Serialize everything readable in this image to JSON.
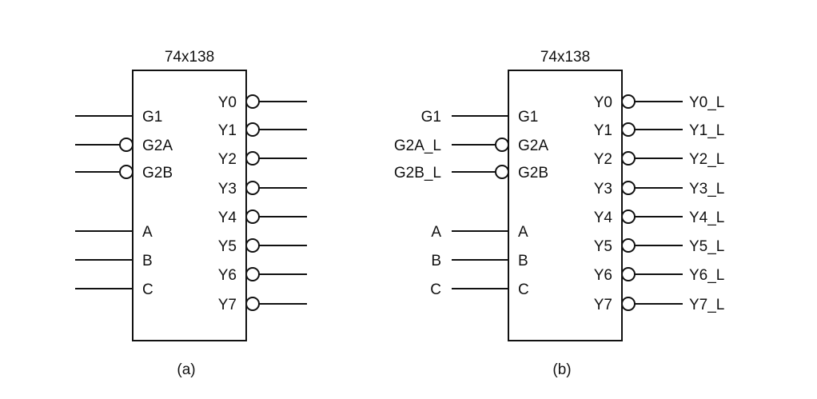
{
  "diagrams": [
    {
      "id": "a",
      "title": "74x138",
      "caption": "(a)",
      "inputs": [
        {
          "pin": "G1",
          "active_low": false,
          "signal": ""
        },
        {
          "pin": "G2A",
          "active_low": true,
          "signal": ""
        },
        {
          "pin": "G2B",
          "active_low": true,
          "signal": ""
        },
        {
          "pin": "A",
          "active_low": false,
          "signal": ""
        },
        {
          "pin": "B",
          "active_low": false,
          "signal": ""
        },
        {
          "pin": "C",
          "active_low": false,
          "signal": ""
        }
      ],
      "outputs": [
        {
          "pin": "Y0",
          "active_low": true,
          "signal": ""
        },
        {
          "pin": "Y1",
          "active_low": true,
          "signal": ""
        },
        {
          "pin": "Y2",
          "active_low": true,
          "signal": ""
        },
        {
          "pin": "Y3",
          "active_low": true,
          "signal": ""
        },
        {
          "pin": "Y4",
          "active_low": true,
          "signal": ""
        },
        {
          "pin": "Y5",
          "active_low": true,
          "signal": ""
        },
        {
          "pin": "Y6",
          "active_low": true,
          "signal": ""
        },
        {
          "pin": "Y7",
          "active_low": true,
          "signal": ""
        }
      ]
    },
    {
      "id": "b",
      "title": "74x138",
      "caption": "(b)",
      "inputs": [
        {
          "pin": "G1",
          "active_low": false,
          "signal": "G1"
        },
        {
          "pin": "G2A",
          "active_low": true,
          "signal": "G2A_L"
        },
        {
          "pin": "G2B",
          "active_low": true,
          "signal": "G2B_L"
        },
        {
          "pin": "A",
          "active_low": false,
          "signal": "A"
        },
        {
          "pin": "B",
          "active_low": false,
          "signal": "B"
        },
        {
          "pin": "C",
          "active_low": false,
          "signal": "C"
        }
      ],
      "outputs": [
        {
          "pin": "Y0",
          "active_low": true,
          "signal": "Y0_L"
        },
        {
          "pin": "Y1",
          "active_low": true,
          "signal": "Y1_L"
        },
        {
          "pin": "Y2",
          "active_low": true,
          "signal": "Y2_L"
        },
        {
          "pin": "Y3",
          "active_low": true,
          "signal": "Y3_L"
        },
        {
          "pin": "Y4",
          "active_low": true,
          "signal": "Y4_L"
        },
        {
          "pin": "Y5",
          "active_low": true,
          "signal": "Y5_L"
        },
        {
          "pin": "Y6",
          "active_low": true,
          "signal": "Y6_L"
        },
        {
          "pin": "Y7",
          "active_low": true,
          "signal": "Y7_L"
        }
      ]
    }
  ]
}
